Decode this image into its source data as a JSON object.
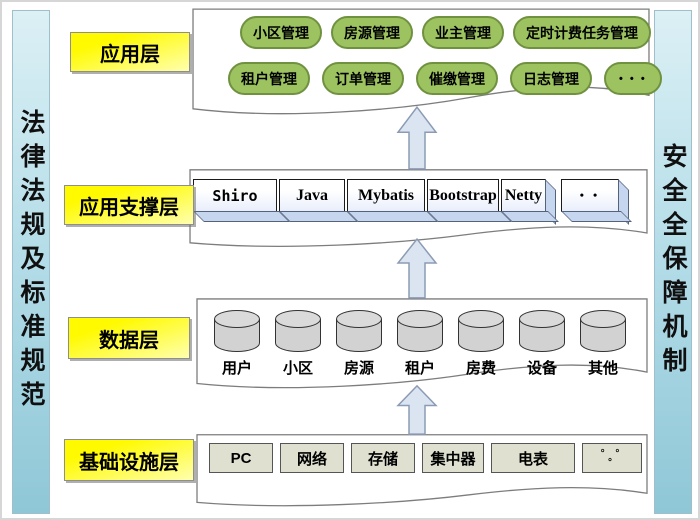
{
  "sidebars": {
    "left": "法律法规及标准规范",
    "right": "安全全保障机制"
  },
  "layers": {
    "app": {
      "label": "应用层",
      "pills_row1": [
        "小区管理",
        "房源管理",
        "业主管理",
        "定时计费任务管理"
      ],
      "pills_row2": [
        "租户管理",
        "订单管理",
        "催缴管理",
        "日志管理",
        "• • •"
      ]
    },
    "support": {
      "label": "应用支撑层",
      "boxes": [
        "Shiro",
        "Java",
        "Mybatis",
        "Bootstrap",
        "Netty",
        "• •"
      ]
    },
    "data": {
      "label": "数据层",
      "cylinders": [
        "用户",
        "小区",
        "房源",
        "租户",
        "房费",
        "设备",
        "其他"
      ]
    },
    "infra": {
      "label": "基础设施层",
      "boxes": [
        "PC",
        "网络",
        "存储",
        "集中器",
        "电表",
        "°  °\n°"
      ]
    }
  },
  "colors": {
    "layer_label_yellow": "#fffa00",
    "module_pill_green": "#9dc361",
    "pill_border_green": "#6f9140",
    "sidebar_blue": "#b6dee9",
    "tech_box_bevel_blue": "#c7d6ef",
    "arrow_blue": "#dbe5f2",
    "cylinder_gray": "#d2d2d2",
    "infra_box_beige": "#dfe0d0"
  }
}
